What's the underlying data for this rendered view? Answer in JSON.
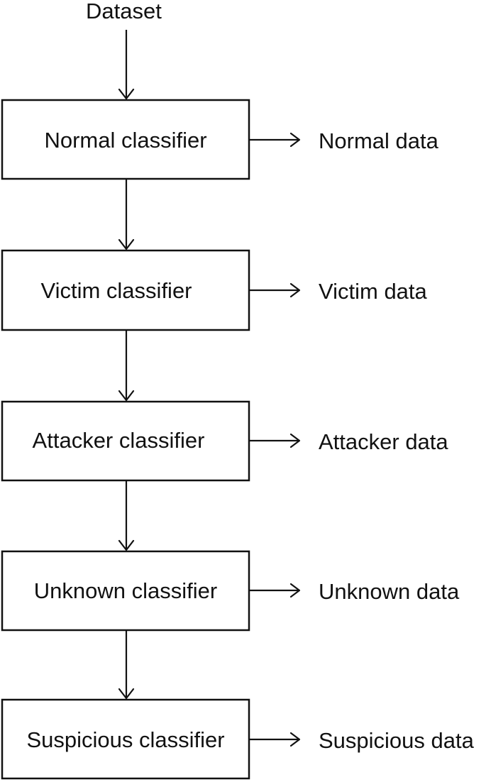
{
  "diagram": {
    "input_label": "Dataset",
    "stages": [
      {
        "classifier": "Normal classifier",
        "output": "Normal data"
      },
      {
        "classifier": "Victim classifier",
        "output": "Victim data"
      },
      {
        "classifier": "Attacker classifier",
        "output": "Attacker data"
      },
      {
        "classifier": "Unknown classifier",
        "output": "Unknown data"
      },
      {
        "classifier": "Suspicious classifier",
        "output": "Suspicious data"
      }
    ]
  }
}
